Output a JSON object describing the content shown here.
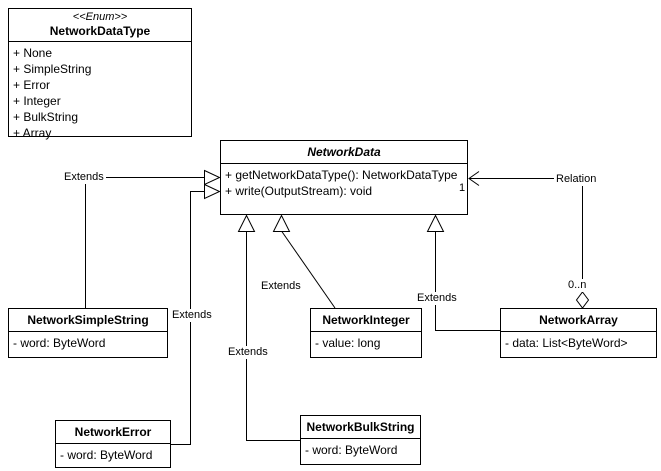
{
  "colors": {
    "line": "#000000",
    "box_border": "#000000",
    "box_fill": "#ffffff",
    "text": "#000000"
  },
  "classes": {
    "enum": {
      "stereotype": "<<Enum>>",
      "name": "NetworkDataType",
      "members": [
        "+ None",
        "+ SimpleString",
        "+ Error",
        "+ Integer",
        "+ BulkString",
        "+ Array"
      ]
    },
    "networkdata": {
      "name": "NetworkData",
      "members": [
        "+ getNetworkDataType(): NetworkDataType",
        "+ write(OutputStream): void"
      ]
    },
    "networksimplestring": {
      "name": "NetworkSimpleString",
      "members": [
        "- word: ByteWord"
      ]
    },
    "networkerror": {
      "name": "NetworkError",
      "members": [
        "- word: ByteWord"
      ]
    },
    "networkinteger": {
      "name": "NetworkInteger",
      "members": [
        "- value: long"
      ]
    },
    "networkbulkstring": {
      "name": "NetworkBulkString",
      "members": [
        "- word: ByteWord"
      ]
    },
    "networkarray": {
      "name": "NetworkArray",
      "members": [
        "- data: List<ByteWord>"
      ]
    }
  },
  "edge_labels": {
    "extends_simplestring": "Extends",
    "extends_error": "Extends",
    "extends_integer": "Extends",
    "extends_bulkstring": "Extends",
    "extends_array": "Extends",
    "relation": "Relation",
    "multiplicity_source": "1",
    "multiplicity_target": "0..n"
  }
}
